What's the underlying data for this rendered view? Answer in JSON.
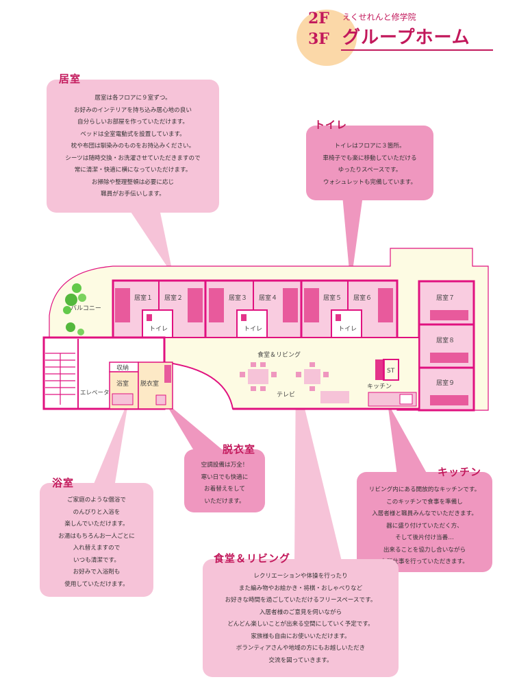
{
  "header": {
    "floor_top": "2F",
    "floor_bottom": "3F",
    "subtitle": "えくせれんと修学院",
    "title": "グループホーム"
  },
  "callouts": {
    "kyoshitsu": {
      "title": "居室",
      "lines": [
        "居室は各フロアに９室ずつ。",
        "お好みのインテリアを持ち込み居心地の良い",
        "自分らしいお部屋を作っていただけます。",
        "ベッドは全室電動式を設置しています。",
        "枕や布団は馴染みのものをお持込みください。",
        "シーツは随時交換・お洗濯させていただきますので",
        "常に清潔・快適に横になっていただけます。",
        "お掃除や整理整頓は必要に応じ",
        "職員がお手伝いします。"
      ]
    },
    "toilet": {
      "title": "トイレ",
      "lines": [
        "トイレはフロアに３箇所。",
        "車椅子でも楽に移動していただける",
        "ゆったりスペースです。",
        "ウォシュレットも完備しています。"
      ]
    },
    "datsui": {
      "title": "脱衣室",
      "lines": [
        "空調設備は万全！",
        "寒い日でも快適に",
        "お着替えをして",
        "いただけます。"
      ]
    },
    "kitchen": {
      "title": "キッチン",
      "lines": [
        "リビング内にある開放的なキッチンです。",
        "このキッチンで食事を準備し",
        "入居者様と職員みんなでいただきます。",
        "器に盛り付けていただく方、",
        "そして後片付け当番…",
        "出来ることを協力し合いながら",
        "台所仕事を行っていただきます。"
      ]
    },
    "yokushitsu": {
      "title": "浴室",
      "lines": [
        "ご家庭のような個浴で",
        "のんびりと入浴を",
        "楽しんでいただけます。",
        "お湯はもちろんお一人ごとに",
        "入れ替えますので",
        "いつも清潔です。",
        "お好みで入浴剤も",
        "使用していただけます。"
      ]
    },
    "living": {
      "title": "食堂＆リビング",
      "lines": [
        "レクリエーションや体操を行ったり",
        "また編み物やお絵かき・将棋・おしゃべりなど",
        "お好きな時間を過ごしていただけるフリースペースです。",
        "入居者様のご意見を伺いながら",
        "どんどん楽しいことが出来る空間にしていく予定です。",
        "家族様も自由にお使いいただけます。",
        "ボランティアさんや地域の方にもお越しいただき",
        "交流を図っていきます。"
      ]
    }
  },
  "floorplan": {
    "balcony": "バルコニー",
    "rooms": [
      "居室１",
      "居室２",
      "居室３",
      "居室４",
      "居室５",
      "居室６",
      "居室７",
      "居室８",
      "居室９"
    ],
    "toilet": "トイレ",
    "storage": "収納",
    "bath": "浴室",
    "dressing": "脱衣室",
    "elevator": "エレベータ",
    "dining": "食堂＆リビング",
    "tv": "テレビ",
    "kitchen": "キッチン",
    "staff": "ST"
  },
  "colors": {
    "accent": "#c2185b",
    "wall": "#e0117f",
    "room_fill": "#f9cce0",
    "floor_fill": "#fdfbe3",
    "callout_light": "#f6c3d8",
    "callout_mid": "#ef97bf",
    "header_oval": "#fbd8a8"
  }
}
